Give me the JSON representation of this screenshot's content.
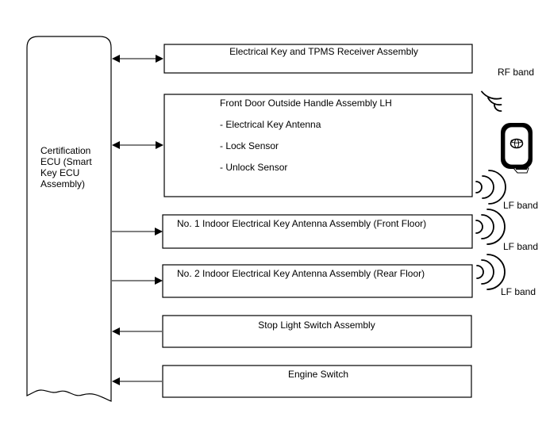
{
  "ecu": {
    "label_lines": [
      "Certification",
      "ECU (Smart",
      "Key ECU",
      "Assembly)"
    ]
  },
  "components": {
    "receiver": "Electrical Key and TPMS Receiver Assembly",
    "door_handle": {
      "title": "Front Door Outside Handle Assembly LH",
      "items": [
        "- Electrical Key Antenna",
        "- Lock Sensor",
        "- Unlock Sensor"
      ]
    },
    "front_floor": "No. 1 Indoor Electrical Key Antenna Assembly (Front Floor)",
    "rear_floor": "No. 2 Indoor Electrical Key Antenna Assembly (Rear Floor)",
    "stop_light": "Stop Light Switch Assembly",
    "engine_switch": "Engine Switch"
  },
  "signals": {
    "rf": "RF band",
    "lf1": "LF band",
    "lf2": "LF band",
    "lf3": "LF band"
  },
  "icons": {
    "key_fob": "smart-key-fob-icon",
    "waves": "radio-waves-icon",
    "brand_logo": "toyota-logo"
  }
}
